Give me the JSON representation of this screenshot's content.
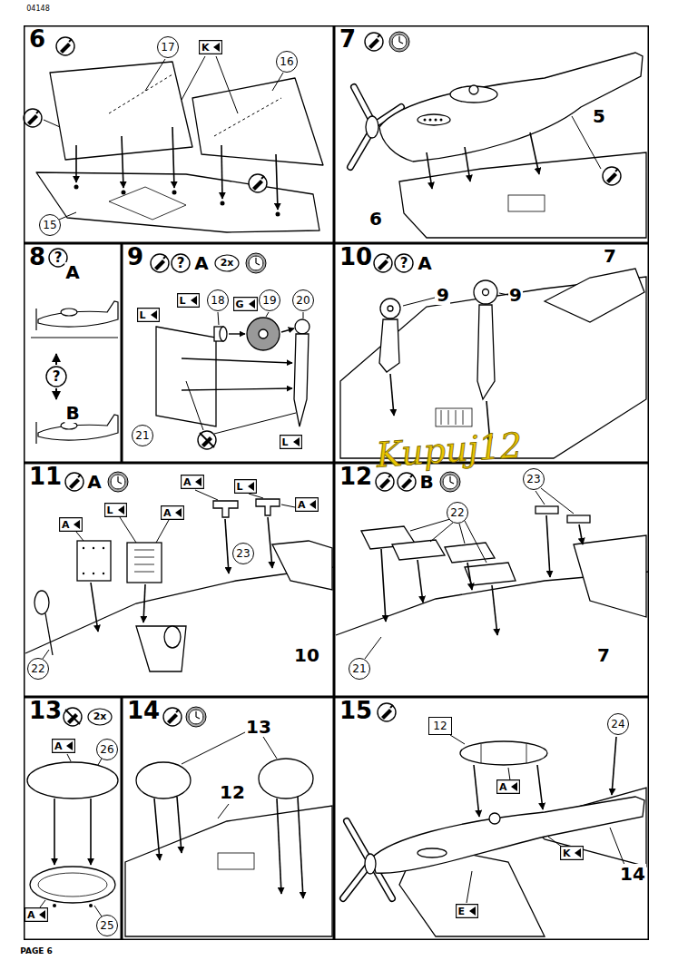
{
  "diagram": {
    "nodes": [
      {
        "text": [
          "6"
        ]
      },
      {
        "text": [
          "17"
        ],
        "in": 0
      },
      {
        "text": [
          "K"
        ],
        "in": 0
      },
      {
        "text": [
          "16"
        ],
        "in": 0
      },
      {
        "text": [
          "15"
        ],
        "in": 0
      },
      {
        "text": [
          "7"
        ]
      },
      {
        "text": [
          "8"
        ]
      },
      {
        "text": [
          "9"
        ]
      },
      {
        "text": [
          "L"
        ],
        "in": 7
      },
      {
        "text": [
          "L"
        ],
        "in": 7
      },
      {
        "text": [
          "18"
        ],
        "in": 7
      },
      {
        "text": [
          "G"
        ],
        "in": 7
      },
      {
        "text": [
          "19"
        ],
        "in": 7
      },
      {
        "text": [
          "20"
        ],
        "in": 7
      },
      {
        "text": [
          "21"
        ],
        "in": 7
      },
      {
        "text": [
          "L"
        ],
        "in": 7
      },
      {
        "text": [
          "10"
        ]
      },
      {
        "text": [
          "11"
        ]
      },
      {
        "text": [
          "A"
        ],
        "in": 17
      },
      {
        "text": [
          "L"
        ],
        "in": 17
      },
      {
        "text": [
          "A"
        ],
        "in": 17
      },
      {
        "text": [
          "A"
        ],
        "in": 17
      },
      {
        "text": [
          "L"
        ],
        "in": 17
      },
      {
        "text": [
          "A"
        ],
        "in": 17
      },
      {
        "text": [
          "23"
        ],
        "in": 17
      },
      {
        "text": [
          "22"
        ],
        "in": 17
      },
      {
        "text": [
          "12"
        ]
      },
      {
        "text": [
          "23"
        ],
        "in": 26
      },
      {
        "text": [
          "22"
        ],
        "in": 26
      },
      {
        "text": [
          "21"
        ],
        "in": 26
      },
      {
        "text": [
          "13"
        ]
      },
      {
        "text": [
          "A"
        ],
        "in": 30
      },
      {
        "text": [
          "26"
        ],
        "in": 30
      },
      {
        "text": [
          "A"
        ],
        "in": 30
      },
      {
        "text": [
          "25"
        ],
        "in": 30
      },
      {
        "text": [
          "14"
        ]
      },
      {
        "text": [
          "15"
        ]
      },
      {
        "text": [
          "12"
        ],
        "in": 36
      },
      {
        "text": [
          "24"
        ],
        "in": 36
      },
      {
        "text": [
          "A"
        ],
        "in": 36
      },
      {
        "text": [
          "K"
        ],
        "in": 36
      },
      {
        "text": [
          "E"
        ],
        "in": 36
      }
    ],
    "labels": [
      "04148",
      "5",
      "6",
      "?",
      "A",
      "?",
      "B",
      "?",
      "A",
      "2x",
      "?",
      "A",
      "9",
      "9",
      "7",
      "A",
      "10",
      "B",
      "7",
      "2x",
      "13",
      "12",
      "14",
      "PAGE 6",
      "Kupuj12"
    ]
  }
}
